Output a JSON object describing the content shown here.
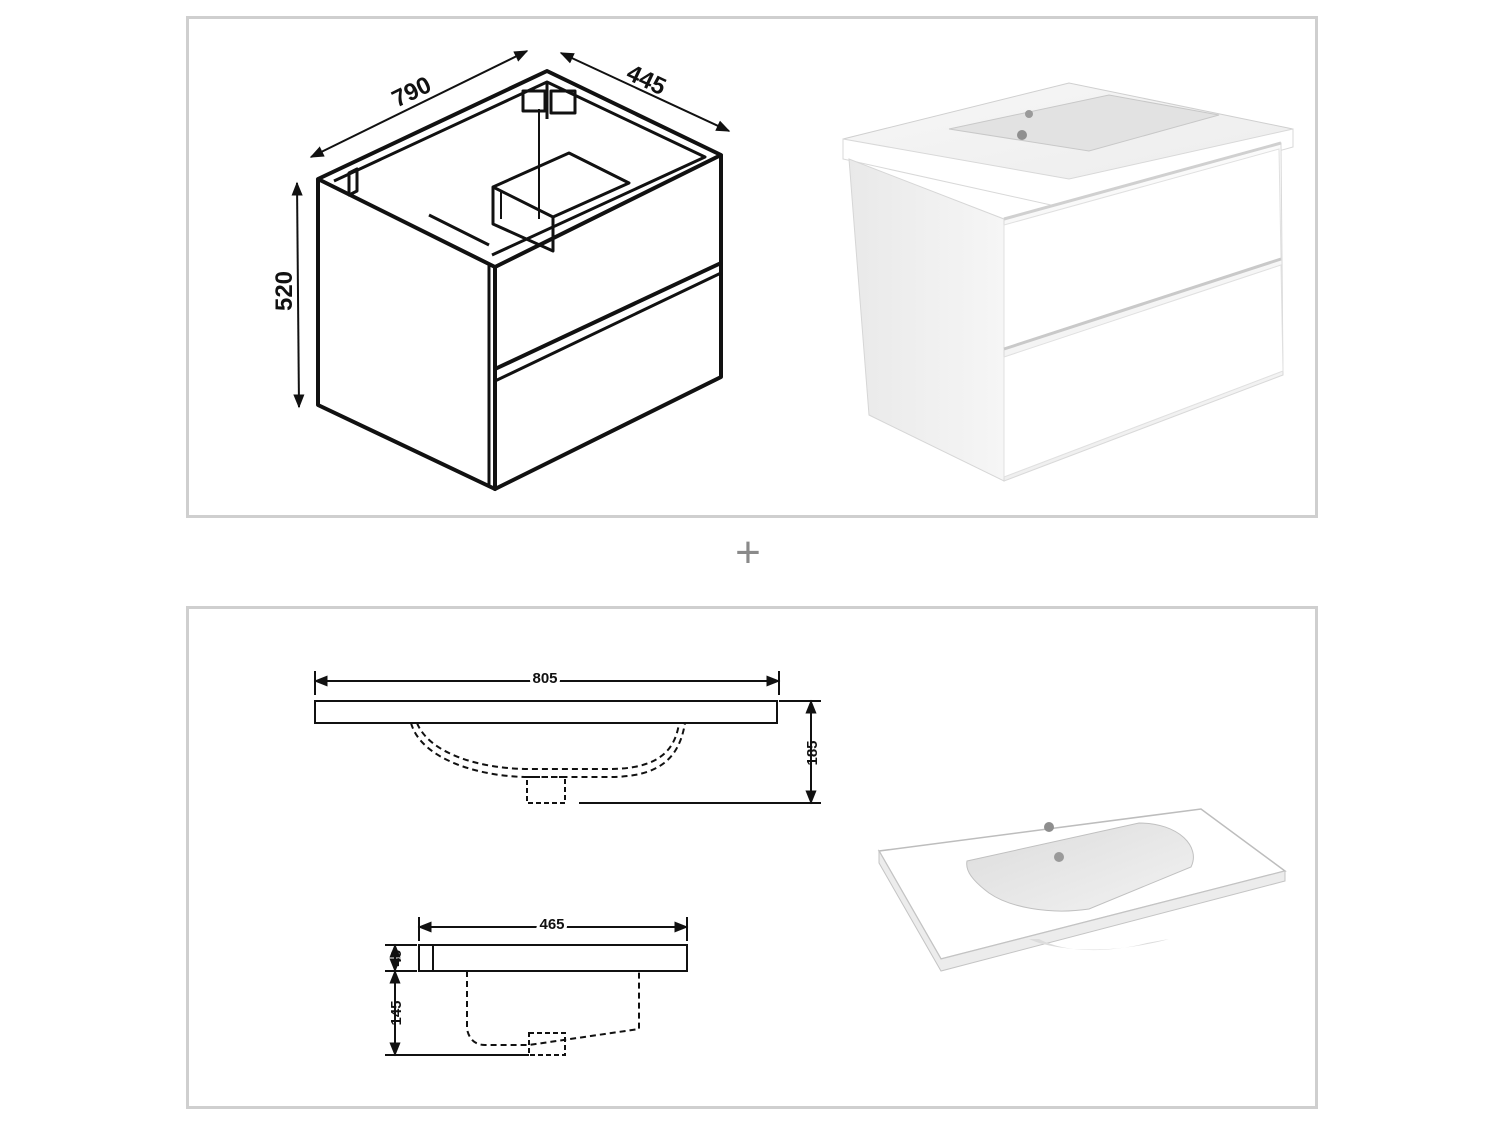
{
  "cabinet": {
    "width": "790",
    "depth": "445",
    "height": "520"
  },
  "basin": {
    "width": "805",
    "height": "185",
    "depth": "465",
    "rim_height": "40",
    "bowl_height": "145"
  },
  "separator": "+",
  "colors": {
    "panel_border": "#cfcfcf",
    "line": "#111111",
    "separator": "#8a8a8a"
  }
}
